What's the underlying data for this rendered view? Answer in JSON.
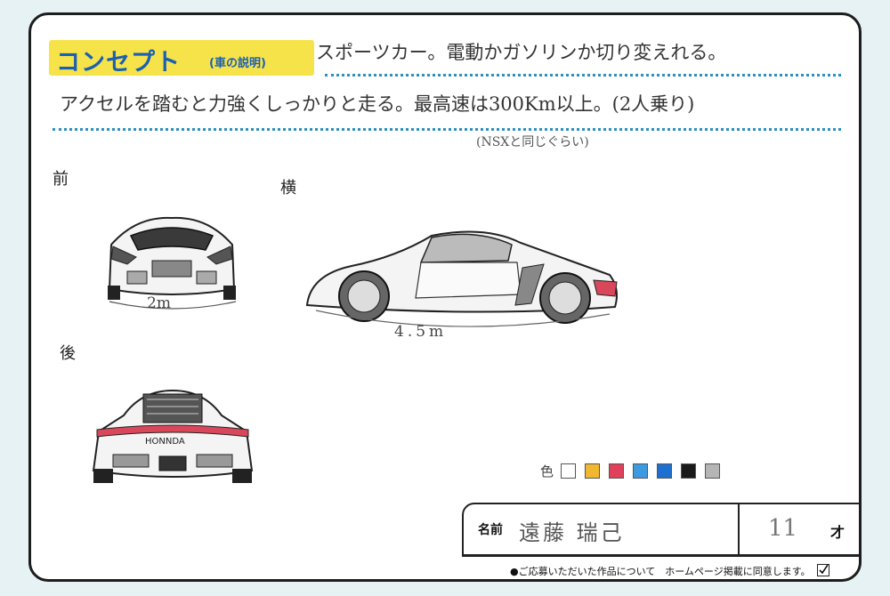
{
  "header": {
    "title": "コンセプト",
    "subtitle": "(車の説明)"
  },
  "concept": {
    "line1": "スポーツカー。電動かガソリンか切り変えれる。",
    "line2": "アクセルを踏むと力強くしっかりと走る。最高速は300Km以上。(2人乗り)",
    "note": "(NSXと同じぐらい)"
  },
  "views": {
    "front_label": "前",
    "side_label": "横",
    "rear_label": "後",
    "front_width": "2m",
    "side_length": "4.5m",
    "rear_badge": "HONNDA"
  },
  "colors": {
    "label": "色",
    "swatches": [
      "#ffffff",
      "#f2b731",
      "#e0405a",
      "#3c9be0",
      "#1f6fd1",
      "#1a1a1a",
      "#b5b5b5"
    ],
    "checked": [
      false,
      true,
      true,
      true,
      true,
      true,
      true
    ]
  },
  "form": {
    "name_label": "名前",
    "name_value": "遠藤 瑞己",
    "age_value": "11",
    "age_unit": "才",
    "consent_text": "●ご応募いただいた作品について　ホームページ掲載に同意します。",
    "consent_checked": true
  }
}
